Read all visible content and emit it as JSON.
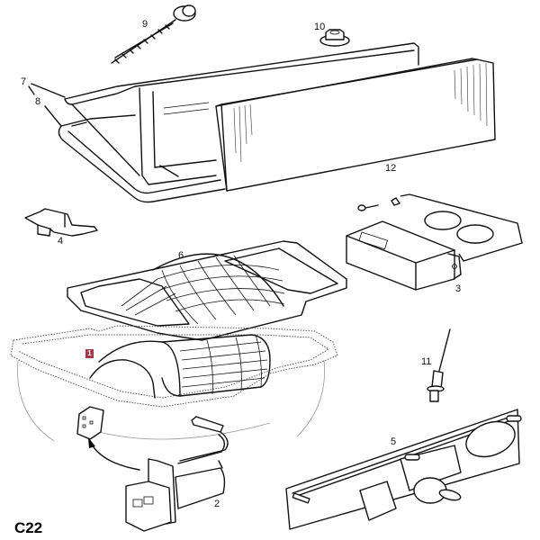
{
  "diagram": {
    "code": "C22",
    "parts": [
      {
        "number": "1",
        "name": "blower-fan",
        "highlighted": true
      },
      {
        "number": "2",
        "name": "resistor-connector"
      },
      {
        "number": "3",
        "name": "control-module"
      },
      {
        "number": "4",
        "name": "bracket-clip"
      },
      {
        "number": "5",
        "name": "control-panel"
      },
      {
        "number": "6",
        "name": "fan-cover-gasket"
      },
      {
        "number": "7",
        "name": "housing-cover"
      },
      {
        "number": "8",
        "name": "housing-seal"
      },
      {
        "number": "9",
        "name": "screw"
      },
      {
        "number": "10",
        "name": "nut"
      },
      {
        "number": "11",
        "name": "pin"
      },
      {
        "number": "12",
        "name": "filter"
      }
    ],
    "highlight_color": "#a8344a"
  }
}
